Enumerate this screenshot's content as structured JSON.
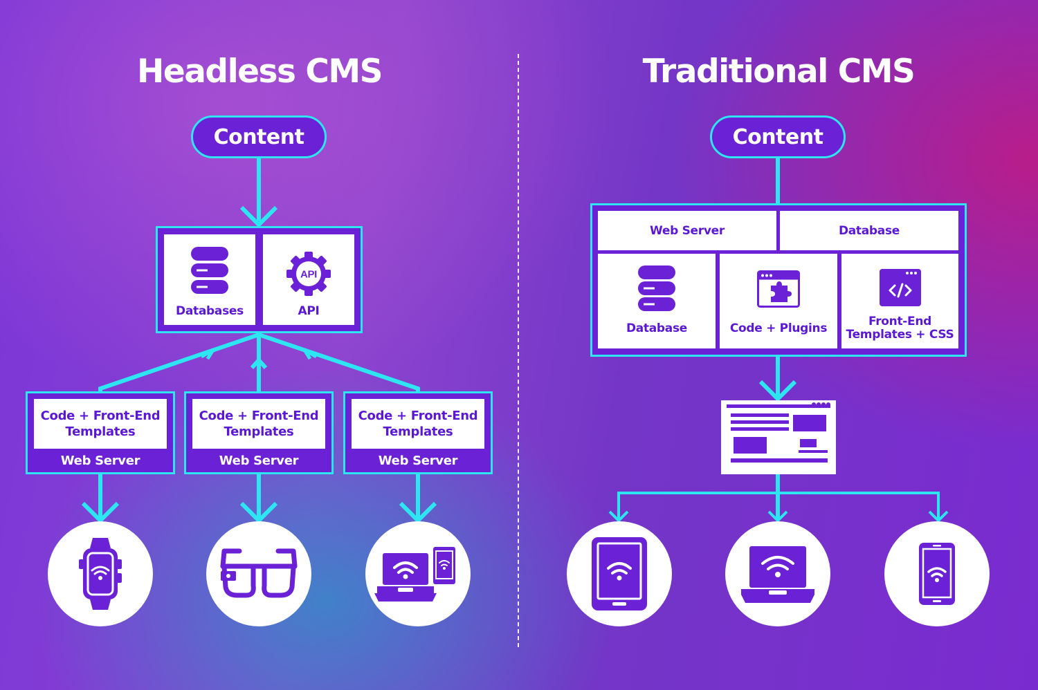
{
  "headless": {
    "title": "Headless CMS",
    "content_label": "Content",
    "hub": {
      "databases_label": "Databases",
      "api_label": "API",
      "api_icon_text": "API"
    },
    "servers": [
      {
        "top_label": "Code + Front-End Templates",
        "bottom_label": "Web Server"
      },
      {
        "top_label": "Code + Front-End Templates",
        "bottom_label": "Web Server"
      },
      {
        "top_label": "Code + Front-End Templates",
        "bottom_label": "Web Server"
      }
    ],
    "devices": [
      "smartwatch-icon",
      "smart-glasses-icon",
      "laptop-and-phone-icon"
    ]
  },
  "traditional": {
    "title": "Traditional CMS",
    "content_label": "Content",
    "header_cells": [
      "Web Server",
      "Database"
    ],
    "modules": [
      "Database",
      "Code + Plugins",
      "Front-End Templates + CSS"
    ],
    "webpage_icon": "webpage-layout-icon",
    "devices": [
      "tablet-icon",
      "laptop-icon",
      "smartphone-icon"
    ]
  },
  "colors": {
    "accent_cyan": "#2ee6f2",
    "box_purple": "#6b22d6",
    "text_purple": "#5a18d4",
    "white": "#ffffff"
  }
}
